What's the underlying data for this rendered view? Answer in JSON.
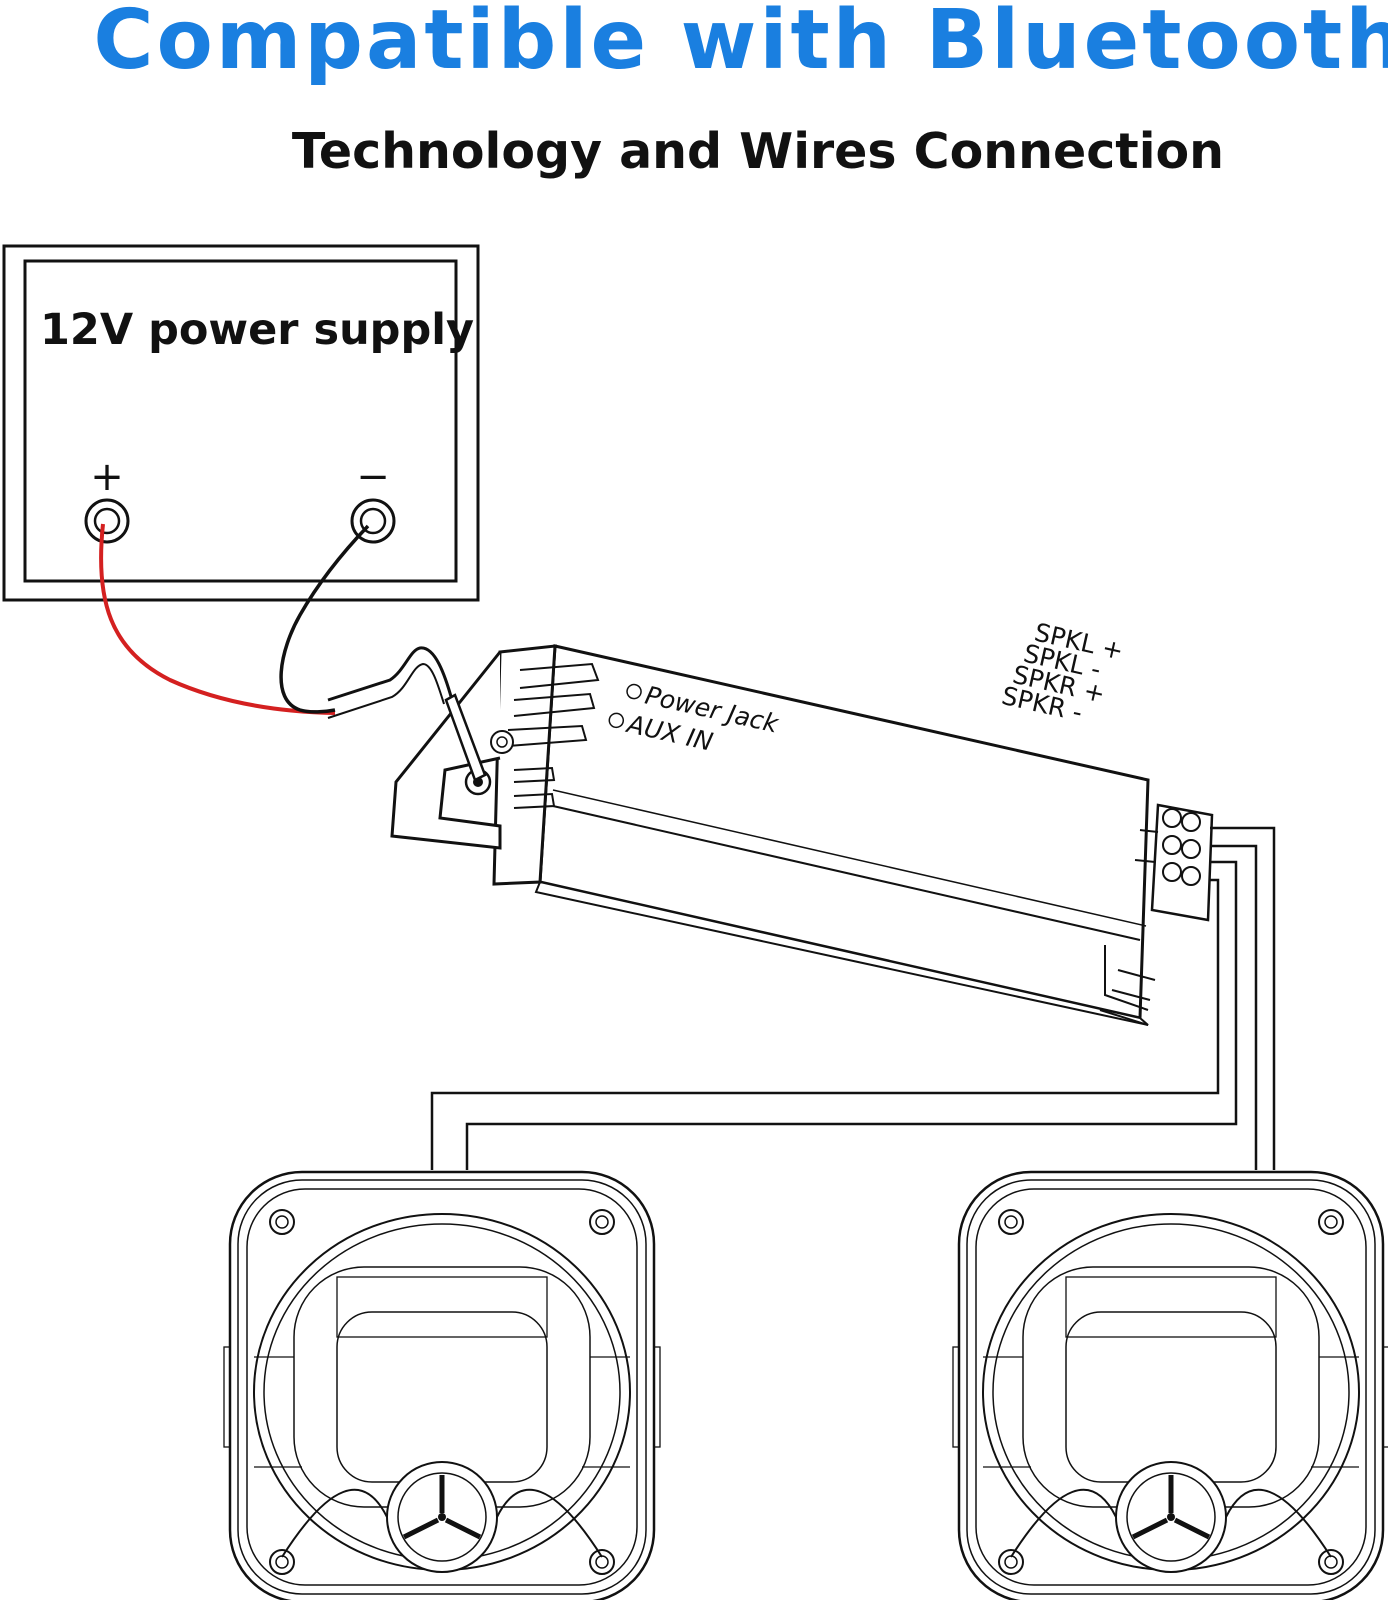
{
  "header": {
    "title": "Compatible with Bluetooth",
    "subtitle": "Technology and Wires Connection"
  },
  "power_supply": {
    "label": "12V power supply",
    "positive_sign": "+",
    "negative_sign": "−"
  },
  "amplifier": {
    "power_jack_label": "Power Jack",
    "aux_in_label": "AUX IN",
    "terminals": [
      "SPKL +",
      "SPKL -",
      "SPKR +",
      "SPKR -"
    ]
  },
  "colors": {
    "title": "#1a7fe0",
    "positive_wire": "#d42020",
    "negative_wire": "#111111",
    "line": "#111111"
  }
}
